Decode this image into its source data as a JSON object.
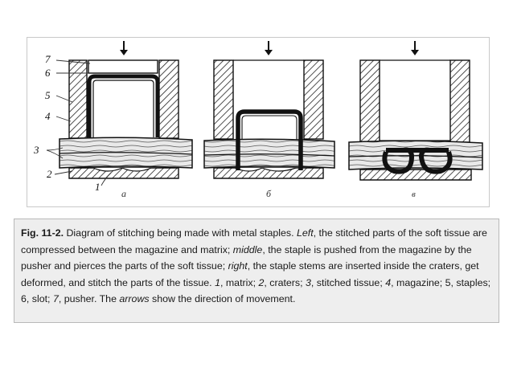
{
  "figure": {
    "part_numbers": [
      "7",
      "6",
      "5",
      "4",
      "3",
      "2",
      "1"
    ],
    "panel_letters": [
      "а",
      "б",
      "в"
    ]
  },
  "caption": {
    "label": "Fig. 11-2.",
    "t1": " Diagram of stitching being made with metal staples. ",
    "e_left": "Left",
    "t2": ", the stitched parts of the soft tissue are compressed between the magazine and matrix; ",
    "e_middle": "middle",
    "t3": ", the staple is pushed from the magazine by the pusher and pierces the parts of the soft tissue; ",
    "e_right": "right",
    "t4": ", the staple stems are inserted inside the craters, get deformed, and stitch the parts of the tissue. ",
    "e_n1": "1",
    "t5": ", matrix; ",
    "e_n2": "2",
    "t6": ", craters; ",
    "e_n3": "3",
    "t7": ", stitched tissue; ",
    "e_n4": "4",
    "t8": ", magazine; 5, staples; 6, slot; ",
    "e_n7": "7",
    "t9": ", pusher. The ",
    "e_arrows": "arrows",
    "t10": " show the direction of movement."
  }
}
